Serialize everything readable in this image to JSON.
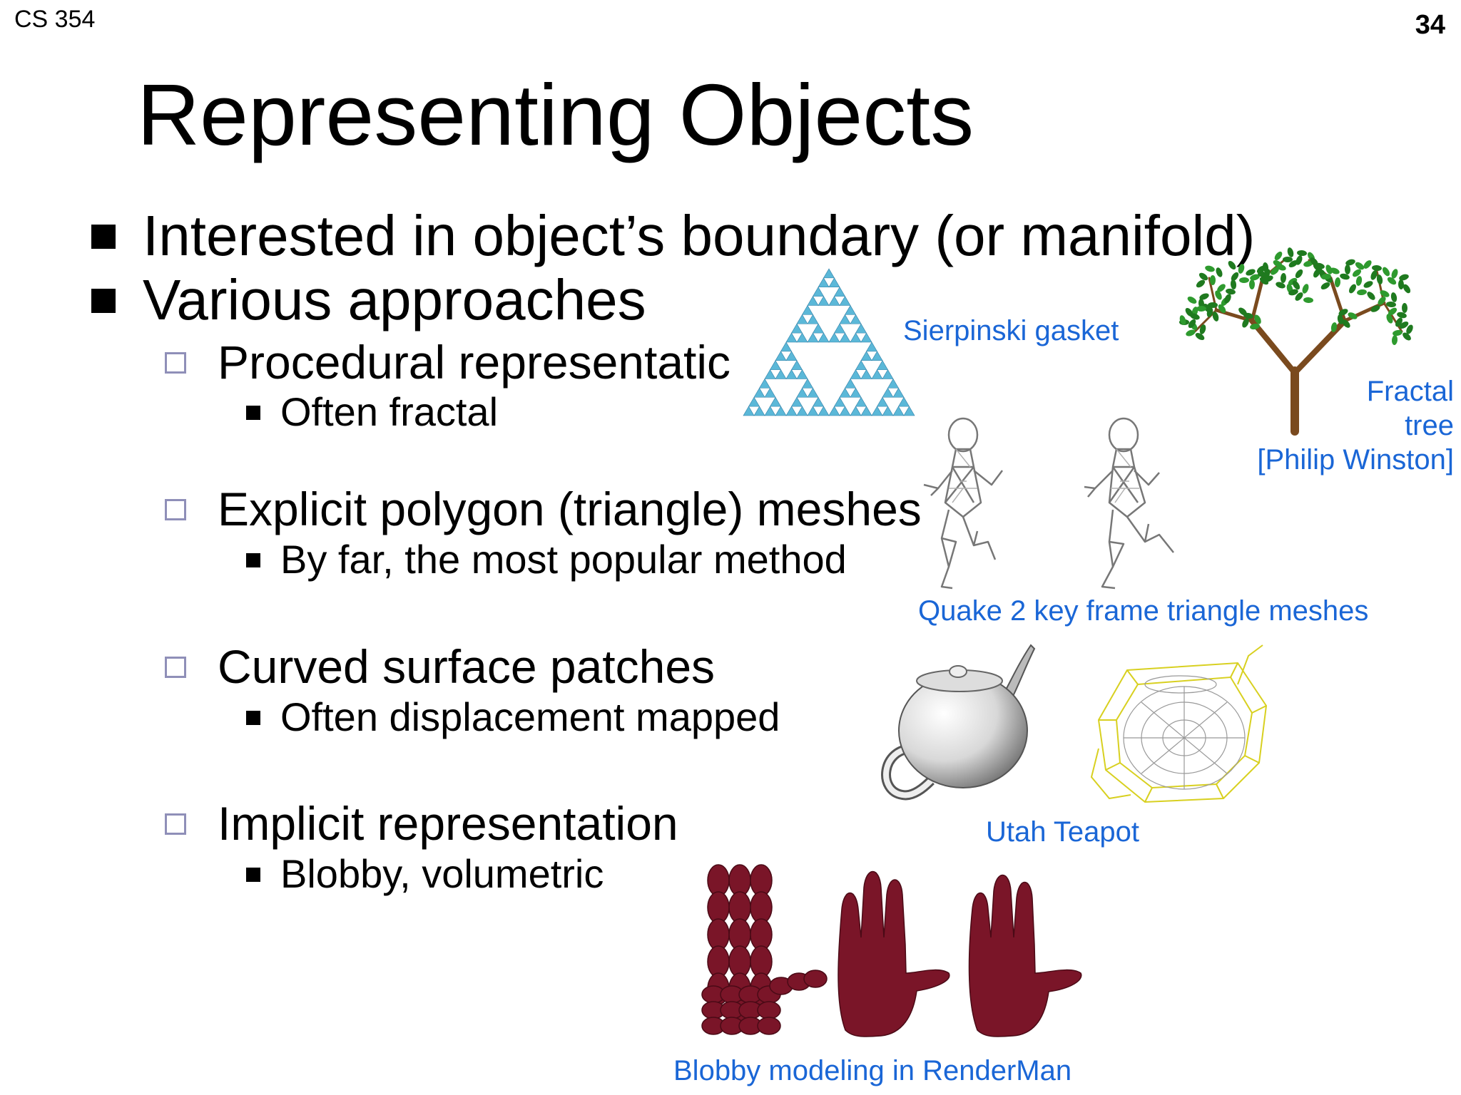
{
  "header": {
    "course": "CS 354",
    "page_number": "34"
  },
  "title": "Representing Objects",
  "bullets": [
    {
      "text": "Interested in object’s boundary (or manifold)"
    },
    {
      "text": "Various approaches"
    }
  ],
  "approaches": [
    {
      "label": "Procedural representatic",
      "sub": "Often fractal"
    },
    {
      "label": "Explicit polygon (triangle) meshes",
      "sub": "By far, the most popular method"
    },
    {
      "label": "Curved surface patches",
      "sub": "Often displacement mapped"
    },
    {
      "label": "Implicit representation",
      "sub": "Blobby, volumetric"
    }
  ],
  "captions": {
    "sierpinski": "Sierpinski gasket",
    "fractal_tree": [
      "Fractal",
      "tree",
      "[Philip Winston]"
    ],
    "quake": "Quake 2 key frame triangle meshes",
    "teapot": "Utah Teapot",
    "blobby": "Blobby modeling in RenderMan"
  },
  "colors": {
    "caption": "#1a66d6",
    "open_bullet": "#8f8fb8",
    "hand": "#7a1528",
    "sierpinski": "#5bb8d8",
    "leaf": "#2e9a2e",
    "branch": "#7a4a1e",
    "wire_yellow": "#d8d020"
  }
}
